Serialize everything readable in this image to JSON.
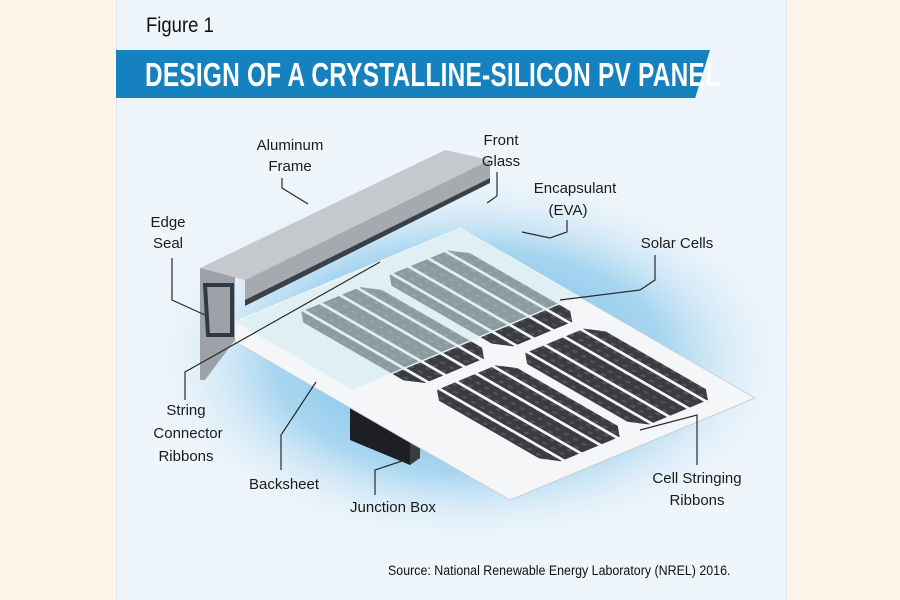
{
  "figure_label": "Figure 1",
  "title": "DESIGN OF A CRYSTALLINE-SILICON PV PANEL",
  "labels": {
    "aluminum_frame": [
      "Aluminum",
      "Frame"
    ],
    "front_glass": [
      "Front",
      "Glass"
    ],
    "encapsulant": [
      "Encapsulant",
      "(EVA)"
    ],
    "solar_cells": "Solar Cells",
    "edge_seal": [
      "Edge",
      "Seal"
    ],
    "string_connector_ribbons": [
      "String",
      "Connector",
      "Ribbons"
    ],
    "backsheet": "Backsheet",
    "junction_box": "Junction Box",
    "cell_stringing_ribbons": [
      "Cell Stringing",
      "Ribbons"
    ]
  },
  "source": "Source: National Renewable Energy Laboratory (NREL) 2016.",
  "colors": {
    "banner": "#1581bf",
    "card": "#eef5fb",
    "page": "#fdf4e8",
    "cell": "#3b3d42",
    "frame": "#a9adb3"
  }
}
